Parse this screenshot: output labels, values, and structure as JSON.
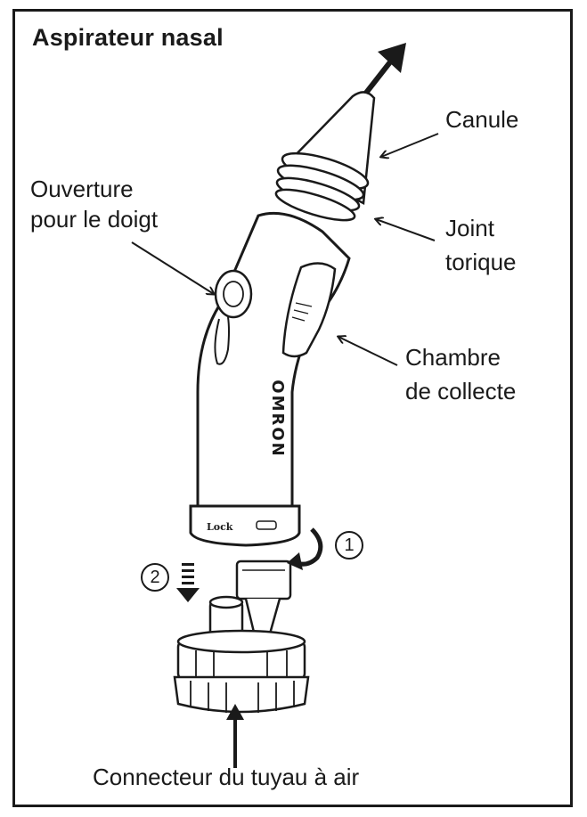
{
  "title": "Aspirateur nasal",
  "labels": {
    "canule": "Canule",
    "finger_line1": "Ouverture",
    "finger_line2": "pour le doigt",
    "joint_line1": "Joint",
    "joint_line2": "torique",
    "chamber_line1": "Chambre",
    "chamber_line2": "de collecte",
    "connector": "Connecteur du tuyau à air"
  },
  "steps": {
    "one": "1",
    "two": "2"
  },
  "device_text": {
    "brand": "OMRON",
    "lock": "Lock"
  },
  "colors": {
    "line": "#1a1a1a",
    "fill": "#ffffff",
    "shade": "#d9d9d9"
  }
}
